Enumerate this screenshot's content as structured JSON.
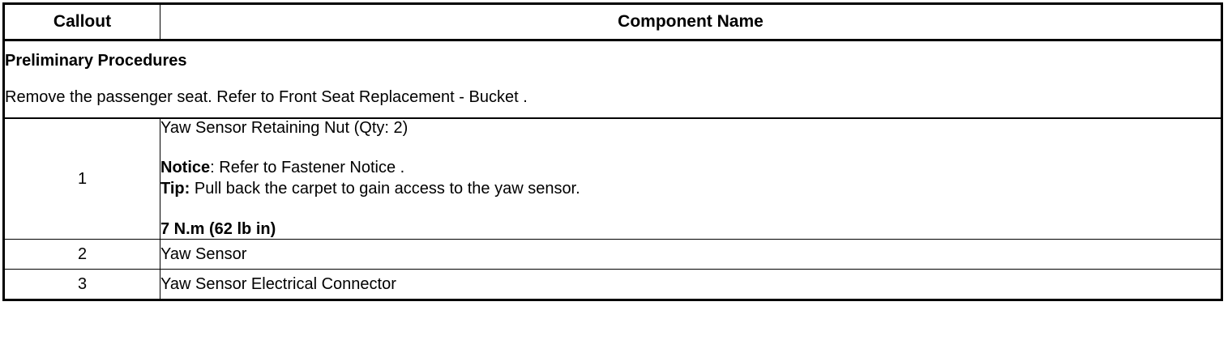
{
  "table": {
    "headers": {
      "callout": "Callout",
      "component_name": "Component Name"
    },
    "preliminary": {
      "title": "Preliminary Procedures",
      "text": "Remove the passenger seat. Refer to Front Seat Replacement - Bucket ."
    },
    "rows": [
      {
        "callout": "1",
        "name": "Yaw Sensor Retaining Nut (Qty: 2)",
        "notice_label": "Notice",
        "notice_separator": ": ",
        "notice_text": "Refer to Fastener Notice .",
        "tip_label": "Tip:",
        "tip_text": " Pull back the carpet to gain access to the yaw sensor.",
        "torque": "7 N.m (62 lb in)"
      },
      {
        "callout": "2",
        "name": "Yaw Sensor"
      },
      {
        "callout": "3",
        "name": "Yaw Sensor Electrical Connector"
      }
    ]
  },
  "colors": {
    "border": "#000000",
    "background": "#ffffff",
    "text": "#000000"
  }
}
